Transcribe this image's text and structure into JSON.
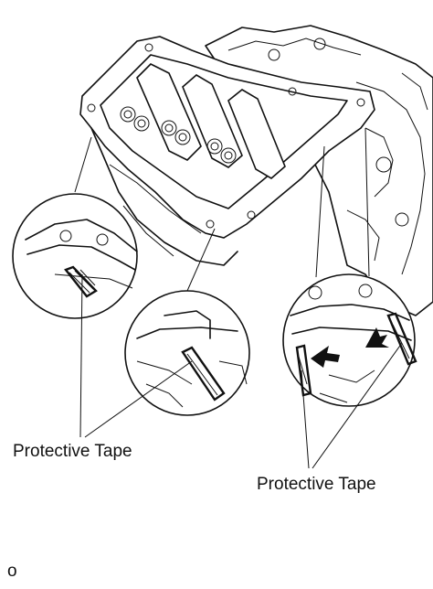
{
  "labels": {
    "left_callout": "Protective Tape",
    "right_callout": "Protective Tape"
  },
  "footer": {
    "code": "o"
  }
}
